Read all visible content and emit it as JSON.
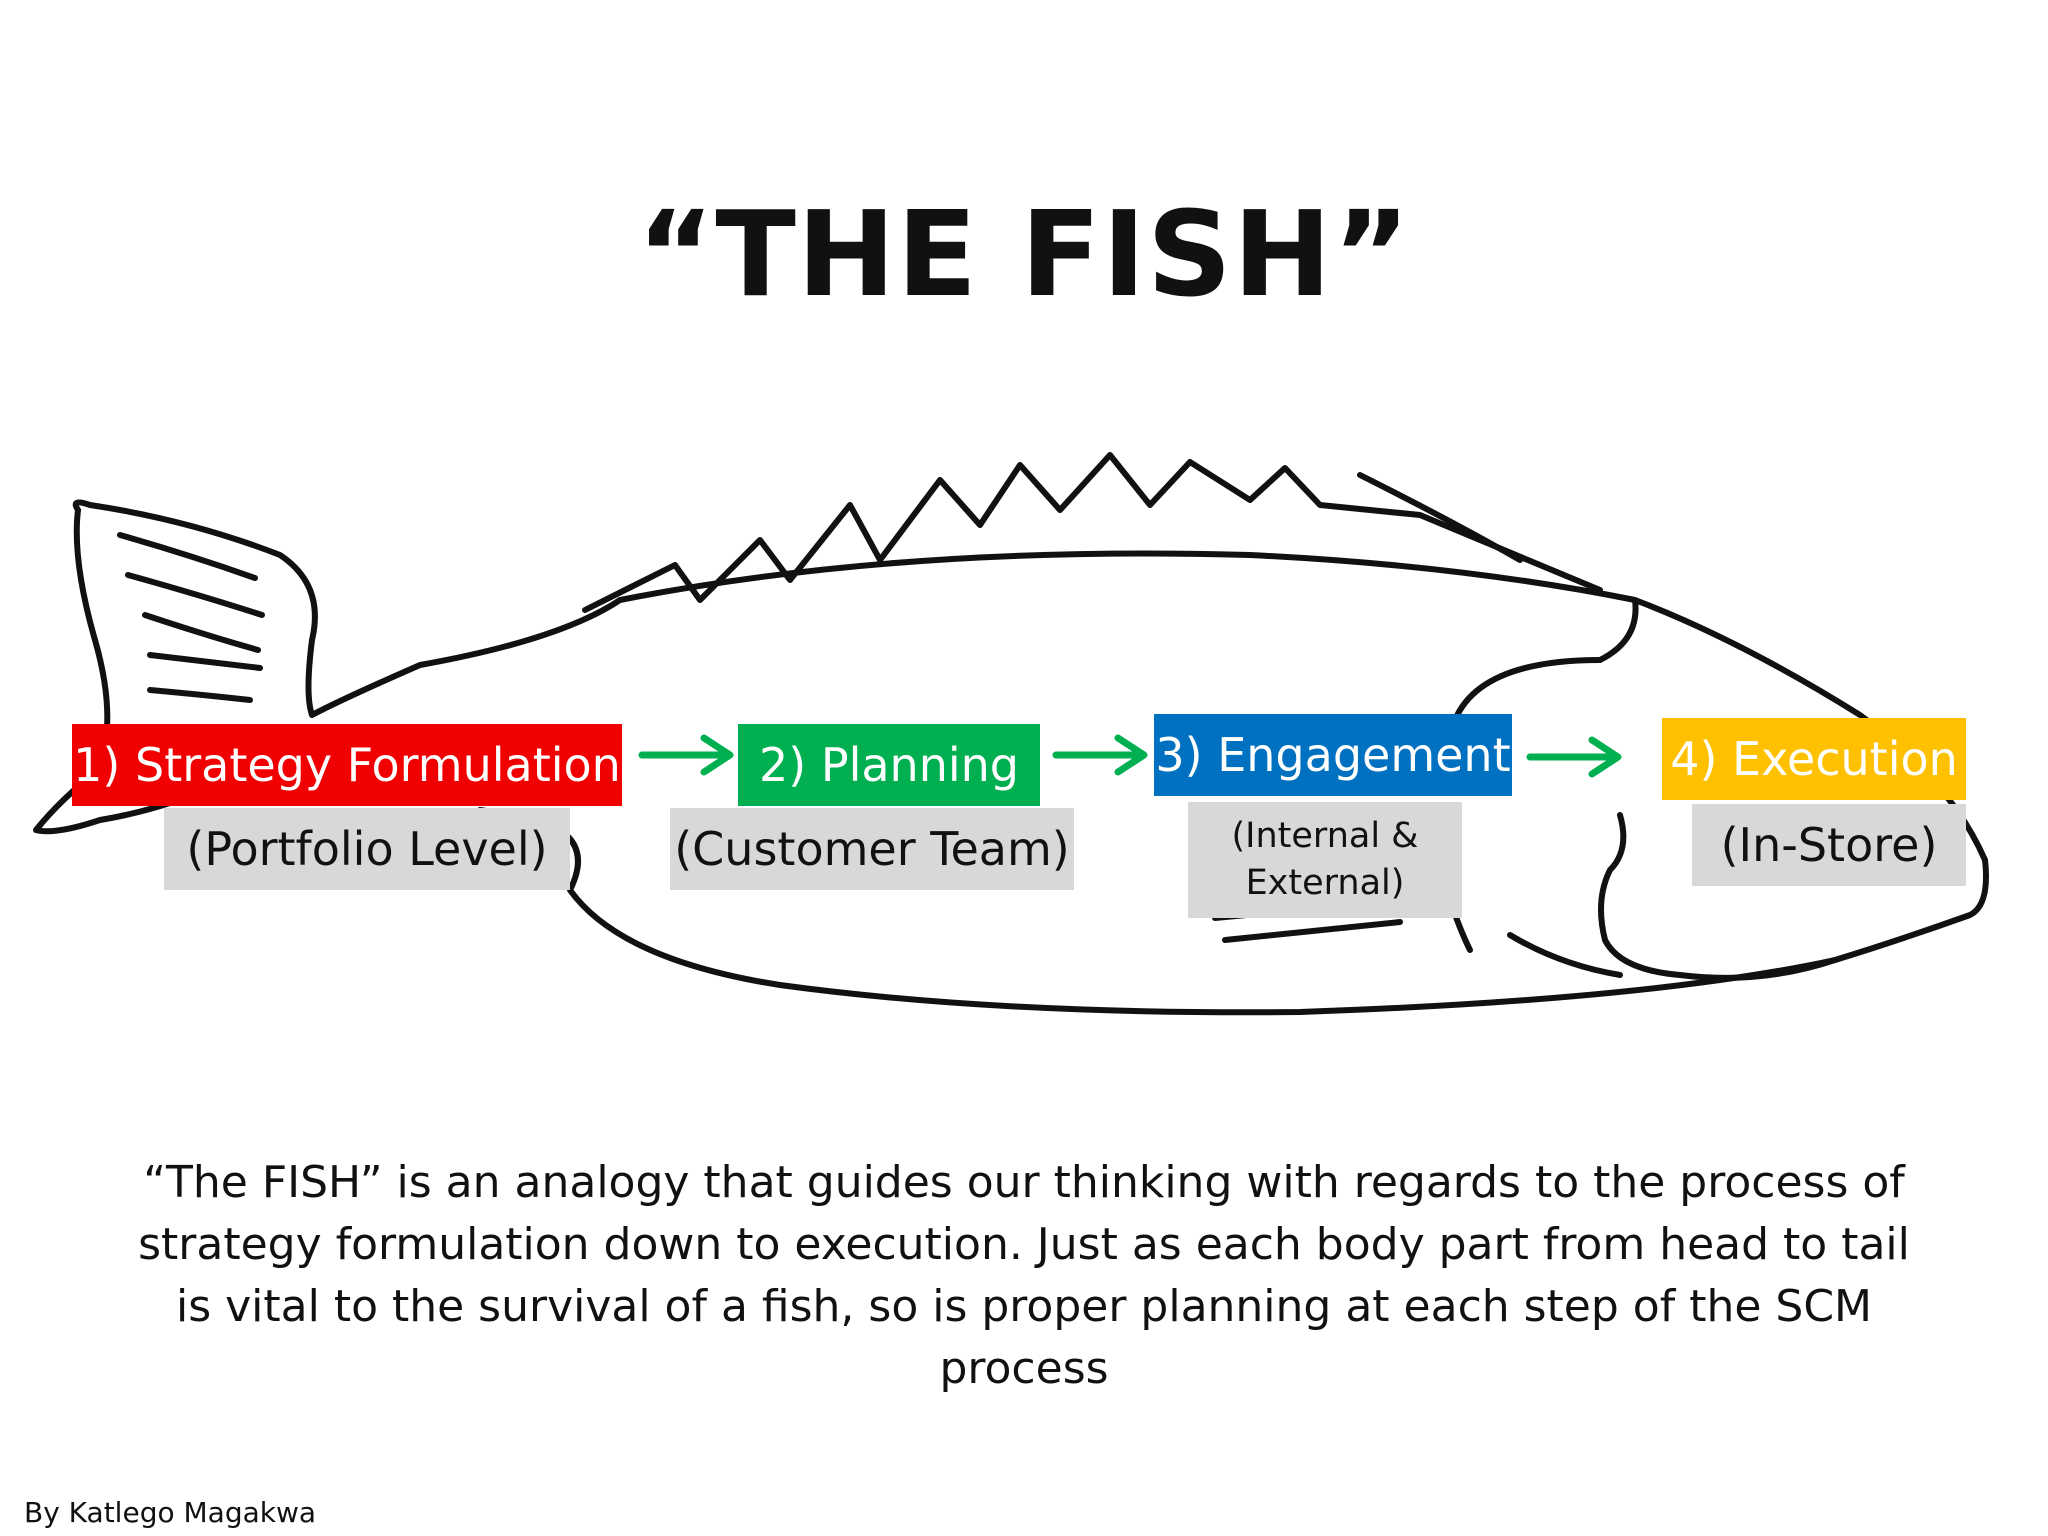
{
  "title": "“THE FISH”",
  "stages": [
    {
      "label": "1) Strategy Formulation",
      "sublabel": "(Portfolio Level)",
      "color": "#f00000"
    },
    {
      "label": "2) Planning",
      "sublabel": "(Customer Team)",
      "color": "#00b050"
    },
    {
      "label": "3) Engagement",
      "sublabel": "(Internal & External)",
      "color": "#0070c0"
    },
    {
      "label": "4) Execution",
      "sublabel": "(In-Store)",
      "color": "#ffc000"
    }
  ],
  "connector_color": "#00b050",
  "sublabel_background": "#d9d8d9",
  "description": "“The FISH” is an analogy that guides our thinking with regards to the process of strategy formulation down to execution. Just as each body part from head to tail is vital to the survival of a fish, so is proper planning at each step of the SCM process",
  "author": "By Katlego Magakwa"
}
